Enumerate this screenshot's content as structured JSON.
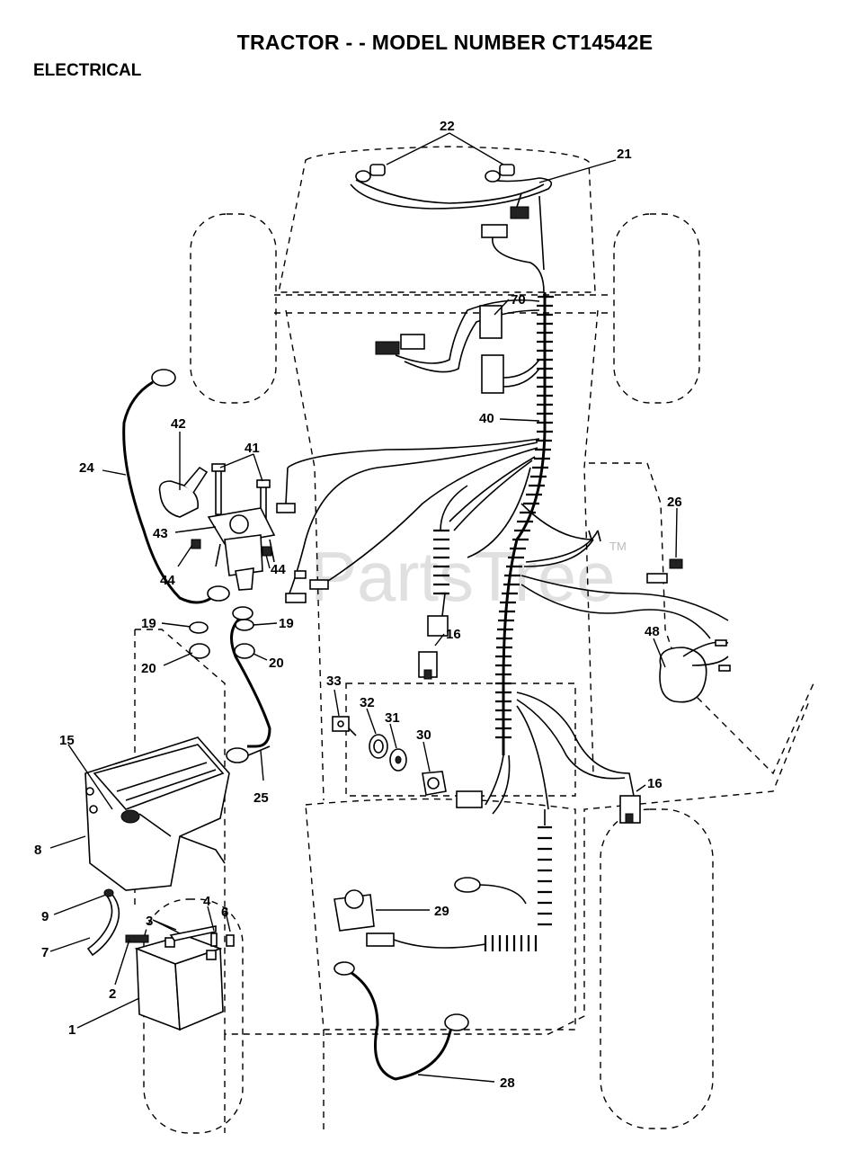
{
  "header": {
    "title": "TRACTOR - - MODEL NUMBER CT14542E",
    "section": "ELECTRICAL"
  },
  "watermark": {
    "text": "PartsTree",
    "tm": "TM"
  },
  "callouts": {
    "c1": "1",
    "c2": "2",
    "c3": "3",
    "c4": "4",
    "c6": "6",
    "c7": "7",
    "c8": "8",
    "c9": "9",
    "c15": "15",
    "c16a": "16",
    "c16b": "16",
    "c19a": "19",
    "c19b": "19",
    "c20a": "20",
    "c20b": "20",
    "c21": "21",
    "c22": "22",
    "c24": "24",
    "c25": "25",
    "c26": "26",
    "c28": "28",
    "c29": "29",
    "c30": "30",
    "c31": "31",
    "c32": "32",
    "c33": "33",
    "c40": "40",
    "c41": "41",
    "c42": "42",
    "c43": "43",
    "c44a": "44",
    "c44b": "44",
    "c48": "48",
    "c70": "70"
  }
}
